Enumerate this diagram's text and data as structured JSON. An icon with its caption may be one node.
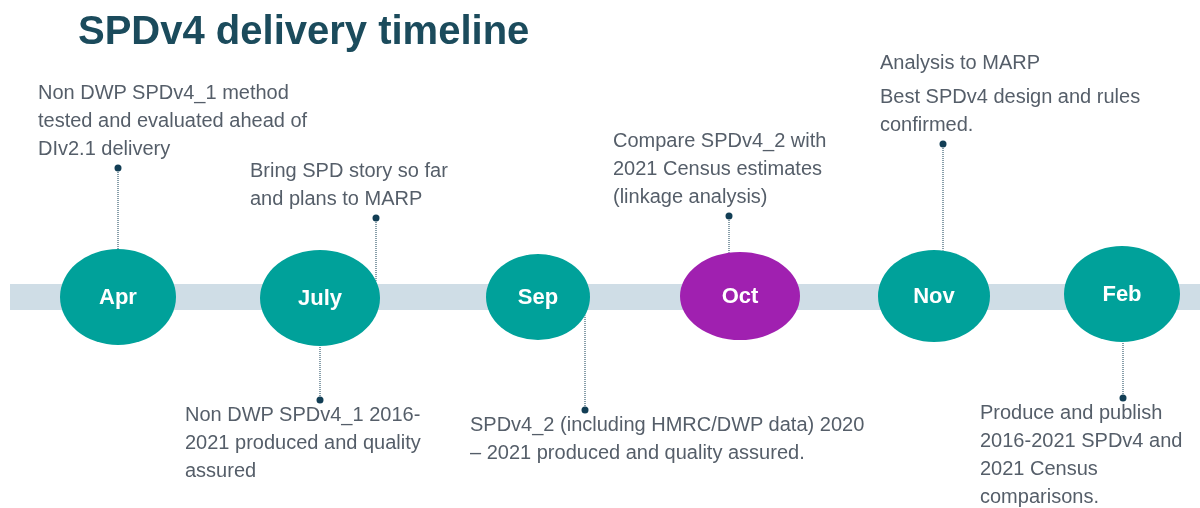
{
  "diagram": {
    "title": "SPDv4 delivery timeline",
    "nodes": [
      {
        "text": [
          "Apr"
        ]
      },
      {
        "text": [
          "July"
        ]
      },
      {
        "text": [
          "Sep"
        ]
      },
      {
        "text": [
          "Oct"
        ]
      },
      {
        "text": [
          "Nov"
        ]
      },
      {
        "text": [
          "Feb"
        ]
      },
      {
        "text": [
          "Non DWP SPDv4_1 method tested and evaluated ahead of DIv2.1 delivery"
        ]
      },
      {
        "text": [
          "Bring SPD story so far and plans to MARP"
        ]
      },
      {
        "text": [
          "Non DWP SPDv4_1 2016-2021 produced and quality assured"
        ]
      },
      {
        "text": [
          "SPDv4_2 (including HMRC/DWP data) 2020 – 2021 produced and quality assured."
        ]
      },
      {
        "text": [
          "Compare SPDv4_2 with 2021 Census estimates (linkage analysis)"
        ]
      },
      {
        "text": [
          "Analysis to MARP",
          "Best SPDv4 design and rules confirmed."
        ]
      },
      {
        "text": [
          "Produce and publish 2016-2021 SPDv4 and 2021 Census comparisons."
        ]
      }
    ],
    "edges": [
      {
        "from": 6,
        "to": 0,
        "arrow": "other"
      },
      {
        "from": 7,
        "to": 1,
        "arrow": "other"
      },
      {
        "from": 8,
        "to": 1,
        "arrow": "other"
      },
      {
        "from": 9,
        "to": 2,
        "arrow": "other"
      },
      {
        "from": 10,
        "to": 3,
        "arrow": "other"
      },
      {
        "from": 11,
        "to": 4,
        "arrow": "other"
      },
      {
        "from": 12,
        "to": 5,
        "arrow": "other"
      }
    ]
  }
}
